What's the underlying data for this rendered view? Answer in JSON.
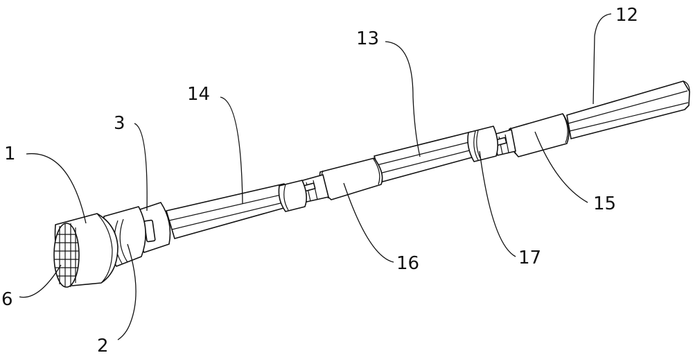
{
  "labels": {
    "l1": "1",
    "l2": "2",
    "l3": "3",
    "l6": "6",
    "l12": "12",
    "l13": "13",
    "l14": "14",
    "l15": "15",
    "l16": "16",
    "l17": "17"
  }
}
